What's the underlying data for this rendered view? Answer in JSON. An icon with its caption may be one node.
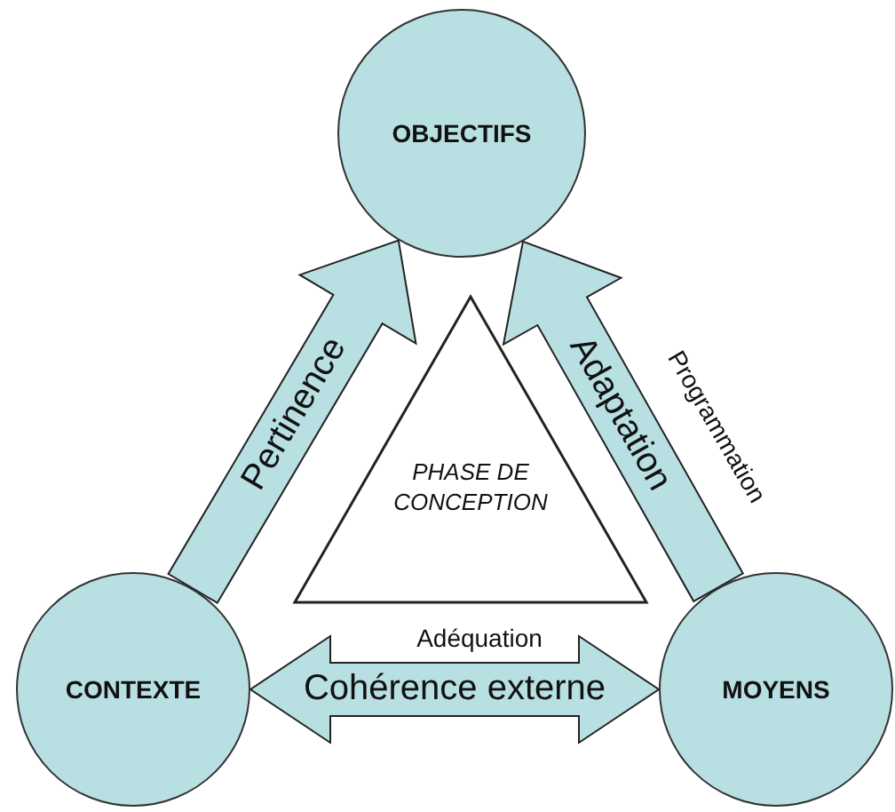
{
  "diagram": {
    "nodes": [
      {
        "text": [
          "OBJECTIFS"
        ]
      },
      {
        "text": [
          "PHASE DE CONCEPTION"
        ]
      },
      {
        "text": [
          "CONTEXTE"
        ]
      },
      {
        "text": [
          "MOYENS"
        ]
      }
    ],
    "edges": [
      {
        "from": 2,
        "to": 0,
        "arrow": "to",
        "label": "Pertinence",
        "style": "thick"
      },
      {
        "from": 3,
        "to": 0,
        "arrow": "to",
        "label": "Adaptation",
        "style": "thick"
      },
      {
        "from": 2,
        "to": 3,
        "arrow": "both",
        "label": "Cohérence externe",
        "style": "thick"
      }
    ],
    "labels": [
      "Programmation",
      "Adéquation"
    ]
  }
}
